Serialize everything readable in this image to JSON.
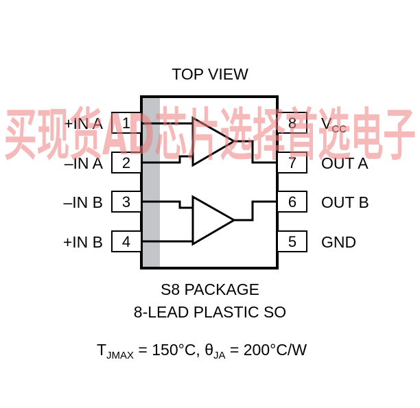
{
  "title": "TOP VIEW",
  "watermark": "买现货AD芯片选择首选电子",
  "pins": [
    {
      "num": "1",
      "name": "+IN A",
      "side": "left"
    },
    {
      "num": "2",
      "name": "–IN A",
      "side": "left"
    },
    {
      "num": "3",
      "name": "–IN B",
      "side": "left"
    },
    {
      "num": "4",
      "name": "+IN B",
      "side": "left"
    },
    {
      "num": "8",
      "name": "V",
      "sub": "CC",
      "side": "right"
    },
    {
      "num": "7",
      "name": "OUT A",
      "side": "right"
    },
    {
      "num": "6",
      "name": "OUT B",
      "side": "right"
    },
    {
      "num": "5",
      "name": "GND",
      "side": "right"
    }
  ],
  "package": {
    "line1": "S8 PACKAGE",
    "line2": "8-LEAD PLASTIC SO"
  },
  "thermal": {
    "t_symbol": "T",
    "t_sub": "JMAX",
    "t_value": " = 150°C, ",
    "theta_symbol": "θ",
    "theta_sub": "JA",
    "theta_value": " = 200°C/W"
  },
  "colors": {
    "line": "#000000",
    "stripe": "#c3c5c8",
    "watermark": "#f08080"
  }
}
